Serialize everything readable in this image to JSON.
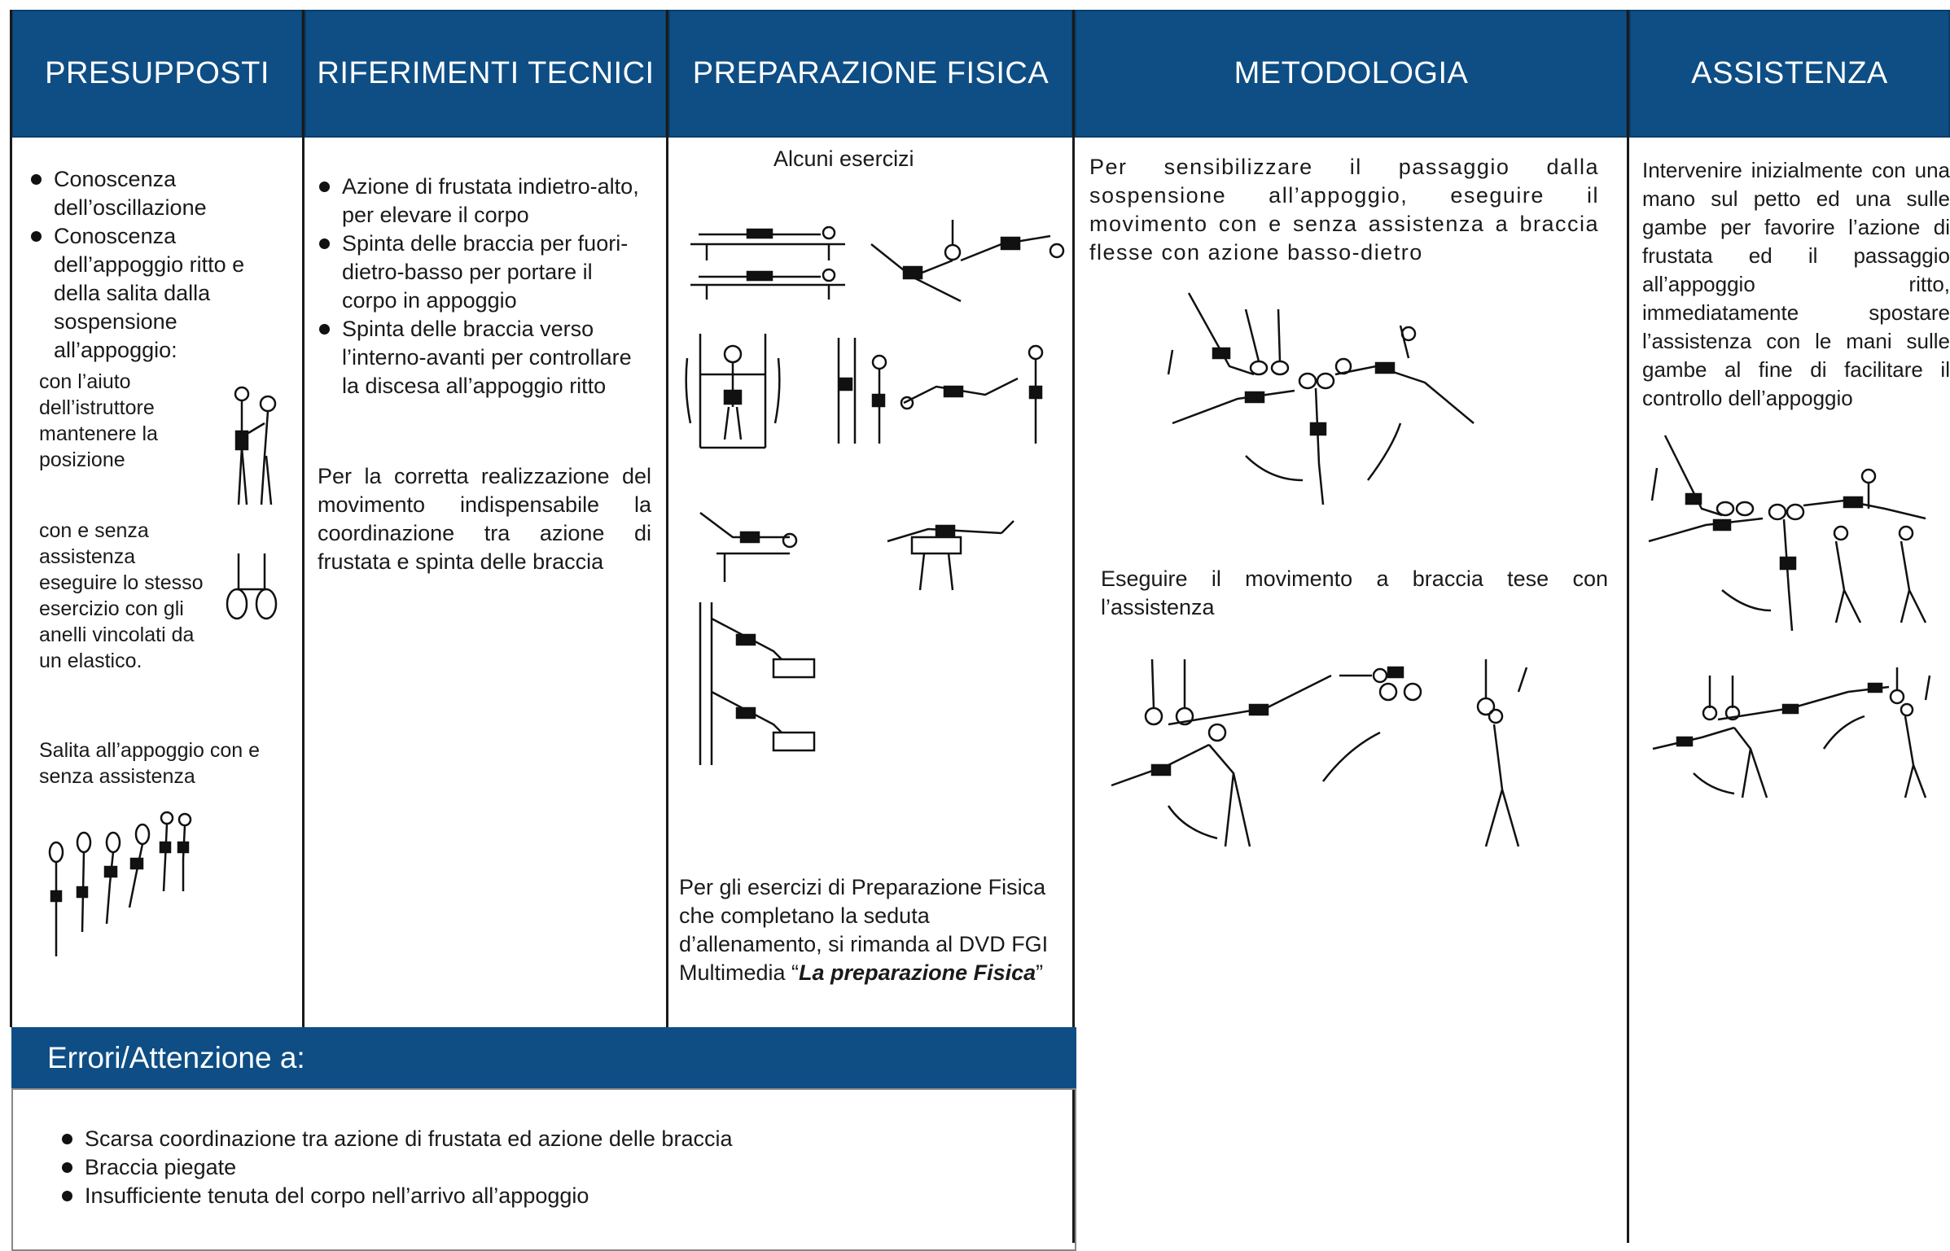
{
  "headers": {
    "presupposti": "PRESUPPOSTI",
    "riferimenti": "RIFERIMENTI TECNICI",
    "preparazione": "PREPARAZIONE FISICA",
    "metodologia": "METODOLOGIA",
    "assistenza": "ASSISTENZA"
  },
  "presupposti": {
    "bullets": [
      "Conoscenza dell’oscillazione",
      "Conoscenza dell’appoggio ritto e della salita dalla sospensione all’appoggio:"
    ],
    "aiuto_text": "con l’aiuto dell’istruttore mantenere la posizione",
    "senza_text": "con e senza assistenza eseguire lo stesso esercizio con gli anelli vincolati da un elastico.",
    "salita_text": "Salita all’appoggio con e senza assistenza"
  },
  "riferimenti": {
    "bullets": [
      "Azione di frustata indietro-alto, per elevare il corpo",
      "Spinta delle braccia per fuori-dietro-basso per portare il corpo in appoggio",
      "Spinta delle braccia verso l’interno-avanti per controllare la discesa all’appoggio ritto"
    ],
    "paragraph": "Per la corretta realizzazione del movimento indispensabile la coordinazione tra azione di frustata e spinta delle braccia"
  },
  "preparazione": {
    "title": "Alcuni esercizi",
    "note_prefix": "Per gli esercizi di Preparazione Fisica che completano la seduta d’allenamento, si rimanda al DVD FGI Multimedia “",
    "note_bold": "La preparazione Fisica",
    "note_suffix": "”"
  },
  "metodologia": {
    "paragraph1": "Per sensibilizzare il passaggio dalla sospensione all’appoggio, eseguire il movimento con e senza assistenza a braccia flesse con azione basso-dietro",
    "paragraph2": "Eseguire il movimento a braccia tese con l’assistenza"
  },
  "assistenza": {
    "paragraph": "Intervenire inizialmente con una mano sul petto ed una sulle gambe per favorire l’azione di frustata ed il passaggio all’appoggio ritto, immediatamente spostare l’assistenza con le mani sulle gambe al fine di facilitare il controllo dell’appoggio"
  },
  "errori": {
    "title": "Errori/Attenzione a:",
    "items": [
      "Scarsa coordinazione tra azione di frustata ed azione delle braccia",
      "Braccia piegate",
      "Insufficiente tenuta del corpo nell’arrivo all’appoggio"
    ]
  },
  "colors": {
    "header_blue": "#0e4e85",
    "text": "#1a1a1a"
  }
}
